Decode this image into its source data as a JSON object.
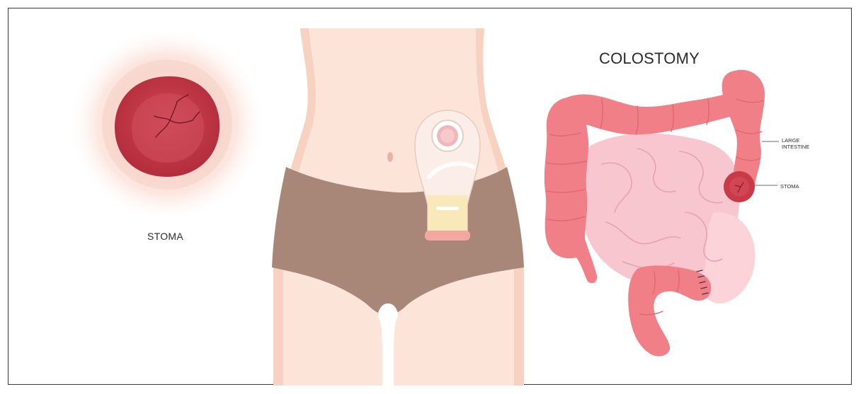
{
  "title": "COLOSTOMY",
  "labels": {
    "stoma_closeup": "STOMA",
    "large_intestine_line1": "LARGE",
    "large_intestine_line2": "INTESTINE",
    "stoma_small": "STOMA"
  },
  "colors": {
    "skin": "#fde4d8",
    "skin_shadow": "#f6c9b5",
    "underwear": "#a88779",
    "stoma": "#c93a48",
    "stoma_dark": "#a82a38",
    "colon": "#f07f88",
    "small_intestine": "#f8c6cf",
    "bag_fill": "#f8e7b4",
    "bag_ring": "#f2a8a0"
  }
}
